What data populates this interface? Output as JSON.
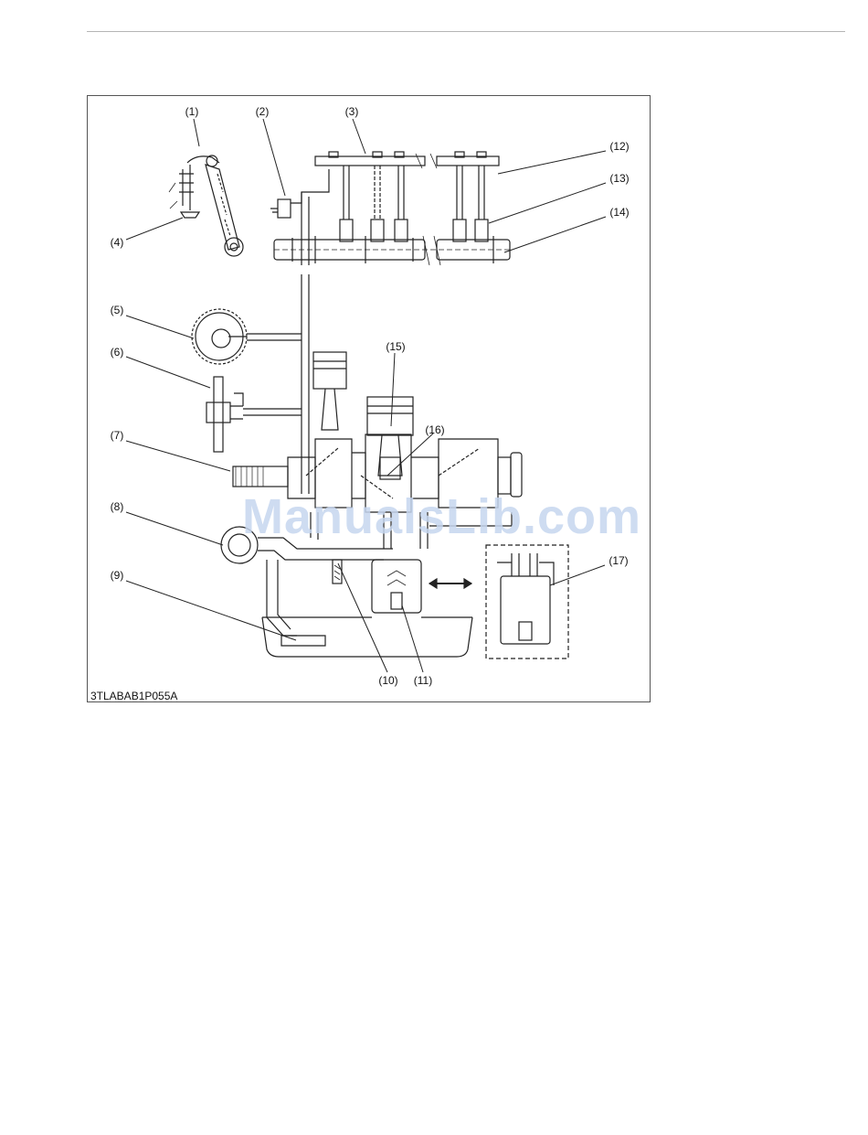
{
  "figure": {
    "code": "3TLABAB1P055A",
    "callouts": [
      "(1)",
      "(2)",
      "(3)",
      "(4)",
      "(5)",
      "(6)",
      "(7)",
      "(8)",
      "(9)",
      "(10)",
      "(11)",
      "(12)",
      "(13)",
      "(14)",
      "(15)",
      "(16)",
      "(17)"
    ]
  },
  "watermark": {
    "text": "ManualsLib.com"
  },
  "colors": {
    "line": "#222222",
    "frame": "#555555",
    "watermark": "#c6d6ef"
  }
}
